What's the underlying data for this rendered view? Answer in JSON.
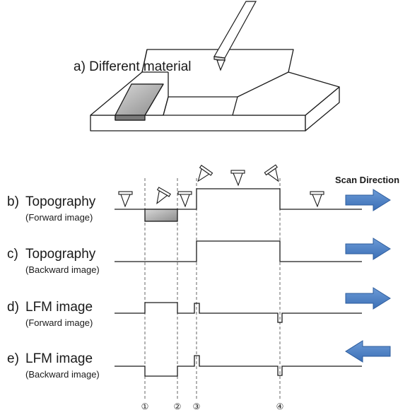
{
  "title_a": "a)  Different material",
  "scan_direction_label": "Scan Direction",
  "rows": [
    {
      "letter": "b)",
      "title": "Topography",
      "subtitle": "(Forward image)",
      "arrow": "right"
    },
    {
      "letter": "c)",
      "title": "Topography",
      "subtitle": "(Backward image)",
      "arrow": "right"
    },
    {
      "letter": "d)",
      "title": "LFM image",
      "subtitle": "(Forward image)",
      "arrow": "right"
    },
    {
      "letter": "e)",
      "title": "LFM image",
      "subtitle": "(Backward image)",
      "arrow": "left"
    }
  ],
  "markers": [
    "①",
    "②",
    "③",
    "④"
  ],
  "colors": {
    "arrow_fill": "#4a7fc4",
    "arrow_stroke": "#2d5c9c",
    "material_fill": "#a9a9a9",
    "line": "#1a1a1a"
  }
}
